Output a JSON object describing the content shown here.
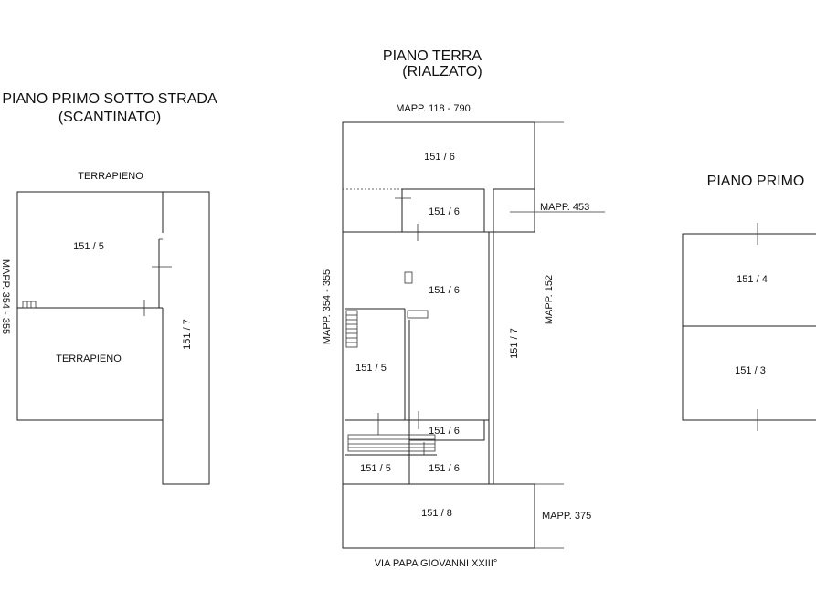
{
  "titles": {
    "basement": "PIANO PRIMO SOTTO STRADA",
    "basement_sub": "(SCANTINATO)",
    "ground": "PIANO TERRA",
    "ground_sub": "(RIALZATO)",
    "first": "PIANO PRIMO"
  },
  "basement": {
    "top_label": "TERRAPIENO",
    "side_label": "MAPP. 354 - 355",
    "room_a": "151 / 5",
    "room_b": "TERRAPIENO",
    "room_c": "151 / 7"
  },
  "ground": {
    "top_label": "MAPP. 118 - 790",
    "left_label": "MAPP. 354 - 355",
    "right_label_152": "MAPP. 152",
    "right_label_453": "MAPP. 453",
    "right_label_375": "MAPP. 375",
    "bottom_label": "VIA PAPA GIOVANNI XXIII°",
    "r_top": "151 / 6",
    "r_mid_small": "151 / 6",
    "r_main": "151 / 6",
    "r_right": "151 / 7",
    "r_left": "151 / 5",
    "r_low_mid": "151 / 6",
    "r_bottom_left": "151 / 5",
    "r_bottom_mid": "151 / 6",
    "r_street": "151 / 8"
  },
  "first": {
    "r_top": "151 / 4",
    "r_bottom": "151 / 3"
  }
}
